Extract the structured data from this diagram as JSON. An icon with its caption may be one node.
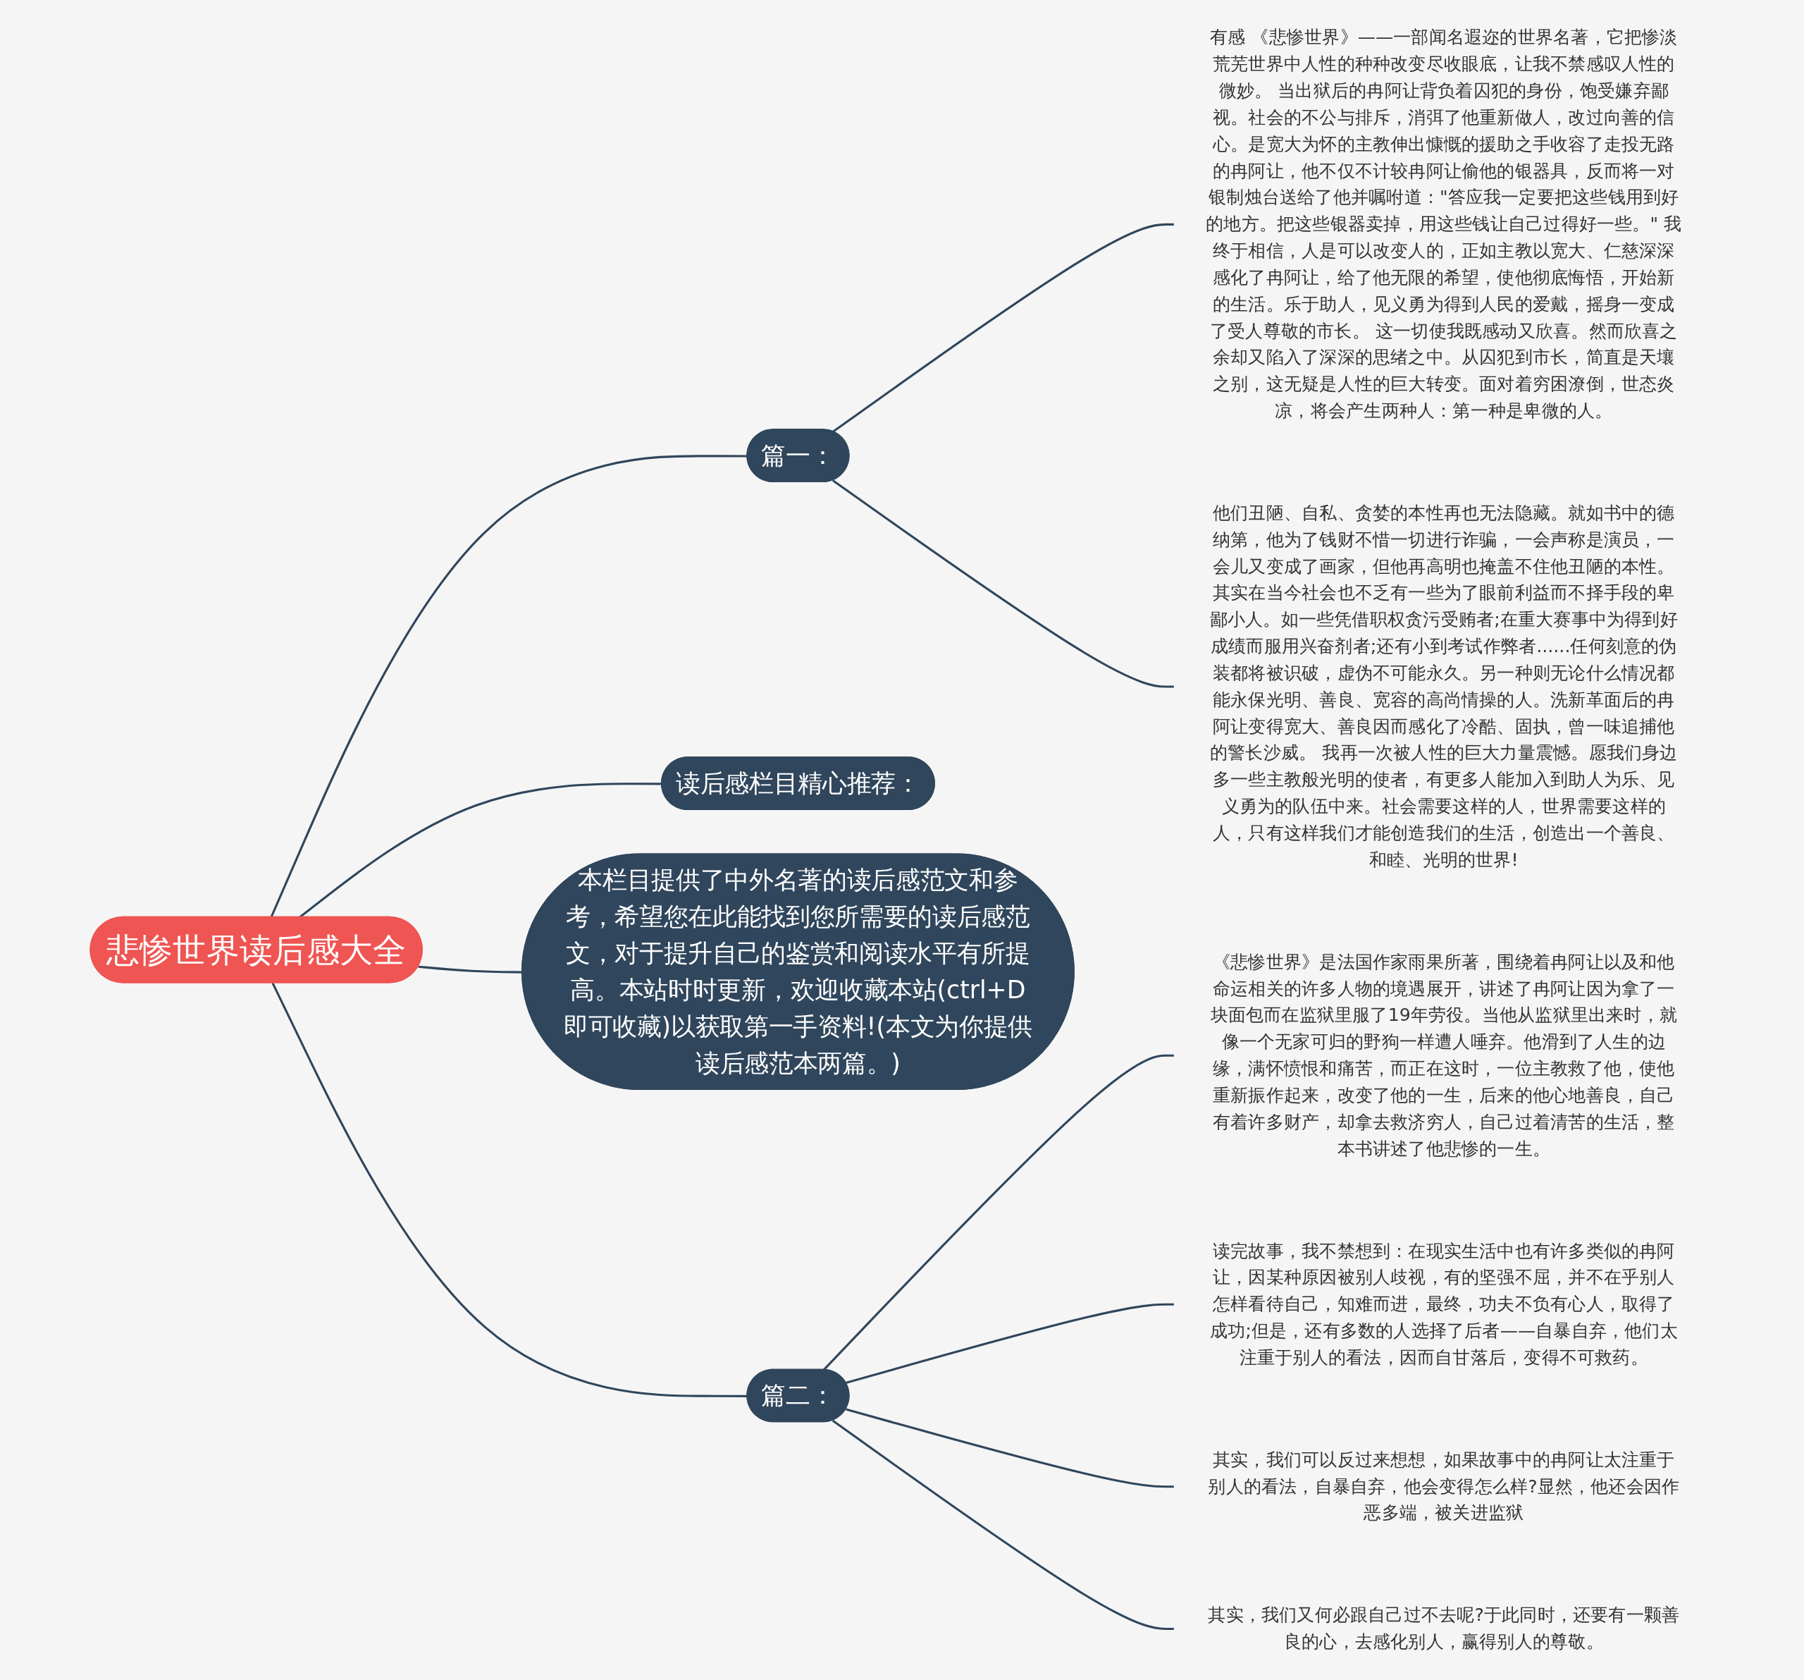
{
  "diagram": {
    "nodes": [
      {
        "text": [
          "悲惨世界读后感大全"
        ]
      },
      {
        "text": [
          "篇一："
        ]
      },
      {
        "text": [
          "有感 《悲惨世界》——一部闻名遐迩的世界名著，它把惨淡荒芜世界中人性的种种改变尽收眼底，让我不禁感叹人性的微妙。 当出狱后的冉阿让背负着囚犯的身份，饱受嫌弃鄙视。社会的不公与排斥，消弭了他重新做人，改过向善的信心。是宽大为怀的主教伸出慷慨的援助之手收容了走投无路的冉阿让，他不仅不计较冉阿让偷他的银器具，反而将一对银制烛台送给了他并嘱咐道：\"答应我一定要把这些钱用到好的地方。把这些银器卖掉，用这些钱让自己过得好一些。\" 我终于相信，人是可以改变人的，正如主教以宽大、仁慈深深感化了冉阿让，给了他无限的希望，使他彻底悔悟，开始新的生活。乐于助人，见义勇为得到人民的爱戴，摇身一变成了受人尊敬的市长。 这一切使我既感动又欣喜。然而欣喜之余却又陷入了深深的思绪之中。从囚犯到市长，简直是天壤之别，这无疑是人性的巨大转变。面对着穷困潦倒，世态炎凉，将会产生两种人：第一种是卑微的人。"
        ]
      },
      {
        "text": [
          "他们丑陋、自私、贪婪的本性再也无法隐藏。就如书中的德纳第，他为了钱财不惜一切进行诈骗，一会声称是演员，一会儿又变成了画家，但他再高明也掩盖不住他丑陋的本性。其实在当今社会也不乏有一些为了眼前利益而不择手段的卑鄙小人。如一些凭借职权贪污受贿者;在重大赛事中为得到好成绩而服用兴奋剂者;还有小到考试作弊者......任何刻意的伪装都将被识破，虚伪不可能永久。另一种则无论什么情况都能永保光明、善良、宽容的高尚情操的人。洗新革面后的冉阿让变得宽大、善良因而感化了冷酷、固执，曾一味追捕他的警长沙威。 我再一次被人性的巨大力量震憾。愿我们身边多一些主教般光明的使者，有更多人能加入到助人为乐、见义勇为的队伍中来。社会需要这样的人，世界需要这样的人，只有这样我们才能创造我们的生活，创造出一个善良、和睦、光明的世界!"
        ]
      },
      {
        "text": [
          "读后感栏目精心推荐："
        ]
      },
      {
        "text": [
          "本栏目提供了中外名著的读后感范文和参考，希望您在此能找到您所需要的读后感范文，对于提升自己的鉴赏和阅读水平有所提高。本站时时更新，欢迎收藏本站(ctrl+D即可收藏)以获取第一手资料!(本文为你提供读后感范本两篇。)"
        ]
      },
      {
        "text": [
          "篇二："
        ]
      },
      {
        "text": [
          "《悲惨世界》是法国作家雨果所著，围绕着冉阿让以及和他命运相关的许多人物的境遇展开，讲述了冉阿让因为拿了一块面包而在监狱里服了19年劳役。当他从监狱里出来时，就像一个无家可归的野狗一样遭人唾弃。他滑到了人生的边缘，满怀愤恨和痛苦，而正在这时，一位主教救了他，使他重新振作起来，改变了他的一生，后来的他心地善良，自己有着许多财产，却拿去救济穷人，自己过着清苦的生活，整本书讲述了他悲惨的一生。"
        ]
      },
      {
        "text": [
          "读完故事，我不禁想到：在现实生活中也有许多类似的冉阿让，因某种原因被别人歧视，有的坚强不屈，并不在乎别人怎样看待自己，知难而进，最终，功夫不负有心人，取得了成功;但是，还有多数的人选择了后者——自暴自弃，他们太注重于别人的看法，因而自甘落后，变得不可救药。"
        ]
      },
      {
        "text": [
          "其实，我们可以反过来想想，如果故事中的冉阿让太注重于别人的看法，自暴自弃，他会变得怎么样?显然，他还会因作恶多端，被关进监狱"
        ]
      },
      {
        "text": [
          "其实，我们又何必跟自己过不去呢?于此同时，还要有一颗善良的心，去感化别人，赢得别人的尊敬。"
        ]
      }
    ],
    "edges": [
      {
        "from": 0,
        "to": 1,
        "arrow": "none"
      },
      {
        "from": 1,
        "to": 2,
        "arrow": "none"
      },
      {
        "from": 1,
        "to": 3,
        "arrow": "none"
      },
      {
        "from": 0,
        "to": 4,
        "arrow": "none"
      },
      {
        "from": 0,
        "to": 5,
        "arrow": "none"
      },
      {
        "from": 0,
        "to": 6,
        "arrow": "none"
      },
      {
        "from": 6,
        "to": 7,
        "arrow": "none"
      },
      {
        "from": 6,
        "to": 8,
        "arrow": "none"
      },
      {
        "from": 6,
        "to": 9,
        "arrow": "none"
      },
      {
        "from": 6,
        "to": 10,
        "arrow": "none"
      }
    ]
  }
}
